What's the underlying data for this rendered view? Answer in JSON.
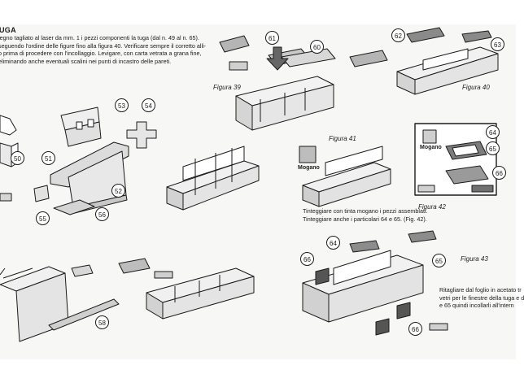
{
  "section": {
    "heading": "UGA",
    "intro_lines": [
      "legno tagliato al laser da mm. 1 i pezzi componenti la tuga (dal n. 49 al n. 65).",
      "seguendo l'ordine delle figure fino alla figura 40. Verificare sempre il corretto alli-",
      "o prima di procedere con l'incollaggio. Levigare, con carta vetrata a grana fine,",
      "eliminando anche eventuali scalini nei punti di incastro delle pareti."
    ]
  },
  "figures": {
    "fig39": "Figura 39",
    "fig40": "Figura 40",
    "fig41": "Figura 41",
    "fig42": "Figura 42",
    "fig43": "Figura 43"
  },
  "labels": {
    "mogano_left": "Mogano",
    "mogano_right": "Mogano"
  },
  "notes": {
    "tint_lines": [
      "Tinteggiare con tinta mogano i pezzi assemblati.",
      "Tinteggiare anche i particolari 64 e 65. (Fig. 42)."
    ],
    "cut_lines": [
      "Ritagliare dal foglio in acetato tr",
      "vetri per le finestre della tuga e d",
      "e 65 quindi incollarli all'intern"
    ]
  },
  "part_numbers": {
    "p50": "50",
    "p51": "51",
    "p52": "52",
    "p53": "53",
    "p54": "54",
    "p55": "55",
    "p56": "56",
    "p58": "58",
    "p60": "60",
    "p61": "61",
    "p62": "62",
    "p63": "63",
    "p64a": "64",
    "p65a": "65",
    "p66a": "66",
    "p64b": "64",
    "p65b": "65",
    "p66b": "66",
    "p66c": "66"
  }
}
